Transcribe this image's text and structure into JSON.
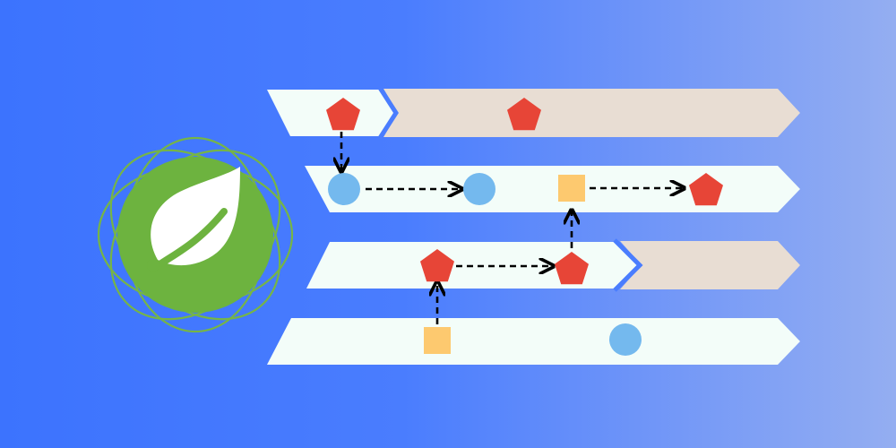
{
  "colors": {
    "lane": "#f3fdf9",
    "lane_tail": "#e8ddd3",
    "lane_border": "#4a7dfe",
    "logo_green": "#6db33f",
    "logo_ring": "#76b546",
    "pentagon": "#e74537",
    "circle": "#74b9ee",
    "square": "#fdc96f",
    "arrow": "#000000"
  },
  "logo": {
    "icon": "spring-leaf-logo-icon"
  },
  "diagram": {
    "lanes": [
      {
        "id": "lane-1",
        "has_tail": true
      },
      {
        "id": "lane-2",
        "has_tail": false
      },
      {
        "id": "lane-3",
        "has_tail": true
      },
      {
        "id": "lane-4",
        "has_tail": false
      }
    ],
    "nodes": [
      {
        "id": "p1",
        "shape": "pentagon",
        "lane": 1
      },
      {
        "id": "p2",
        "shape": "pentagon",
        "lane": 1
      },
      {
        "id": "c1",
        "shape": "circle",
        "lane": 2
      },
      {
        "id": "c2",
        "shape": "circle",
        "lane": 2
      },
      {
        "id": "s1",
        "shape": "square",
        "lane": 2
      },
      {
        "id": "p3",
        "shape": "pentagon",
        "lane": 2
      },
      {
        "id": "p4",
        "shape": "pentagon",
        "lane": 3
      },
      {
        "id": "p5",
        "shape": "pentagon",
        "lane": 3
      },
      {
        "id": "s2",
        "shape": "square",
        "lane": 4
      },
      {
        "id": "c3",
        "shape": "circle",
        "lane": 4
      }
    ],
    "edges": [
      {
        "from": "p1",
        "to": "c1",
        "style": "dashed"
      },
      {
        "from": "c1",
        "to": "c2",
        "style": "dashed"
      },
      {
        "from": "s1",
        "to": "p3",
        "style": "dashed"
      },
      {
        "from": "p5",
        "to": "s1",
        "style": "dashed"
      },
      {
        "from": "p4",
        "to": "p5",
        "style": "dashed"
      },
      {
        "from": "s2",
        "to": "p4",
        "style": "dashed"
      }
    ]
  }
}
